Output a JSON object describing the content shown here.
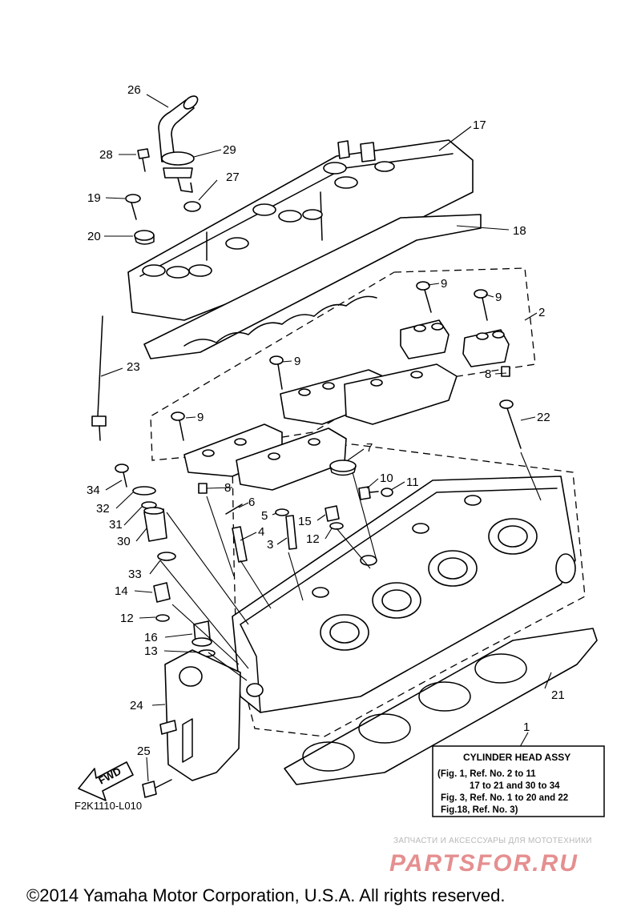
{
  "callouts": {
    "p1": "1",
    "p2": "2",
    "p3": "3",
    "p4": "4",
    "p5": "5",
    "p6": "6",
    "p7": "7",
    "p8a": "8",
    "p8b": "8",
    "p9a": "9",
    "p9b": "9",
    "p9c": "9",
    "p9d": "9",
    "p10": "10",
    "p11": "11",
    "p12a": "12",
    "p12b": "12",
    "p13": "13",
    "p14": "14",
    "p15": "15",
    "p16": "16",
    "p17": "17",
    "p18": "18",
    "p19": "19",
    "p20": "20",
    "p21": "21",
    "p22": "22",
    "p23": "23",
    "p24": "24",
    "p25": "25",
    "p26": "26",
    "p27": "27",
    "p28": "28",
    "p29": "29",
    "p30": "30",
    "p31": "31",
    "p32": "32",
    "p33": "33",
    "p34": "34"
  },
  "fwd_label": "FWD",
  "figure_code": "F2K1110-L010",
  "assy_box": {
    "title": "CYLINDER HEAD ASSY",
    "lines": [
      "(Fig. 1, Ref. No. 2 to 11",
      "17 to 21 and 30 to 34",
      "Fig. 3, Ref. No. 1 to 20 and 22",
      "Fig.18, Ref. No. 3)"
    ]
  },
  "watermark": {
    "tagline": "ЗАПЧАСТИ И АКСЕССУАРЫ ДЛЯ МОТОТЕХНИКИ",
    "brand": "PARTSFOR.RU",
    "brand_color": "#e58f90"
  },
  "copyright": "©2014 Yamaha Motor Corporation, U.S.A. All rights reserved."
}
